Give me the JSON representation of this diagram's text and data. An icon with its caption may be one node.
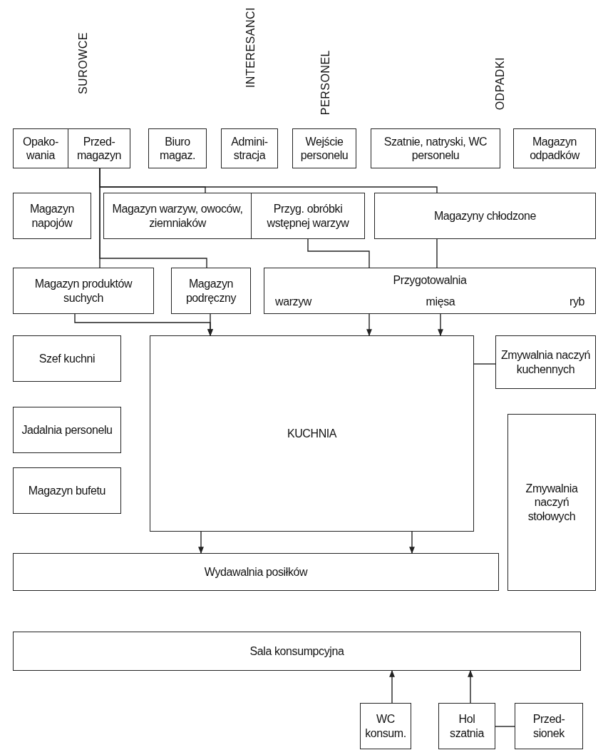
{
  "diagram": {
    "nodes": [
      {
        "text": [
          "Opako- wania"
        ]
      },
      {
        "text": [
          "Przed- magazyn"
        ]
      },
      {
        "text": [
          "Biuro magaz."
        ]
      },
      {
        "text": [
          "Admini- stracja"
        ]
      },
      {
        "text": [
          "Wejście personelu"
        ]
      },
      {
        "text": [
          "Szatnie, natryski, WC personelu"
        ]
      },
      {
        "text": [
          "Magazyn odpadków"
        ]
      },
      {
        "text": [
          "Magazyn napojów"
        ]
      },
      {
        "text": [
          "Magazyn warzyw, owoców, ziemniaków"
        ]
      },
      {
        "text": [
          "Przyg. obróbki wstępnej warzyw"
        ]
      },
      {
        "text": [
          "Magazyny chłodzone"
        ]
      },
      {
        "text": [
          "Magazyn produktów suchych"
        ]
      },
      {
        "text": [
          "Magazyn podręczny"
        ]
      },
      {
        "text": [
          "Przygotowalnia",
          "warzyw",
          "mięsa",
          "ryb"
        ]
      },
      {
        "text": [
          "Szef kuchni"
        ]
      },
      {
        "text": [
          "KUCHNIA"
        ]
      },
      {
        "text": [
          "Zmywalnia naczyń kuchennych"
        ]
      },
      {
        "text": [
          "Jadalnia personelu"
        ]
      },
      {
        "text": [
          "Magazyn bufetu"
        ]
      },
      {
        "text": [
          "Zmywalnia naczyń stołowych"
        ]
      },
      {
        "text": [
          "Wydawalnia posiłków"
        ]
      },
      {
        "text": [
          "Sala konsumpcyjna"
        ]
      },
      {
        "text": [
          "WC konsum."
        ]
      },
      {
        "text": [
          "Hol szatnia"
        ]
      },
      {
        "text": [
          "Przed- sionek"
        ]
      }
    ],
    "edges": [
      {
        "from": 1,
        "to": 8,
        "arrow": "none"
      },
      {
        "from": 1,
        "to": 10,
        "arrow": "none"
      },
      {
        "from": 1,
        "to": 11,
        "arrow": "none"
      },
      {
        "from": 1,
        "to": 12,
        "arrow": "none"
      },
      {
        "from": 9,
        "to": 13,
        "arrow": "none"
      },
      {
        "from": 10,
        "to": 13,
        "arrow": "none"
      },
      {
        "from": 11,
        "to": 15,
        "arrow": "to"
      },
      {
        "from": 12,
        "to": 15,
        "arrow": "to"
      },
      {
        "from": 13,
        "to": 15,
        "arrow": "to"
      },
      {
        "from": 13,
        "to": 15,
        "arrow": "to"
      },
      {
        "from": 15,
        "to": 16,
        "arrow": "none"
      },
      {
        "from": 15,
        "to": 20,
        "arrow": "to"
      },
      {
        "from": 15,
        "to": 20,
        "arrow": "to"
      },
      {
        "from": 22,
        "to": 21,
        "arrow": "to"
      },
      {
        "from": 23,
        "to": 21,
        "arrow": "to"
      },
      {
        "from": 23,
        "to": 24,
        "arrow": "none"
      }
    ],
    "labels": [
      "SUROWCE",
      "INTERESANCI",
      "PERSONEL",
      "ODPADKI"
    ]
  }
}
